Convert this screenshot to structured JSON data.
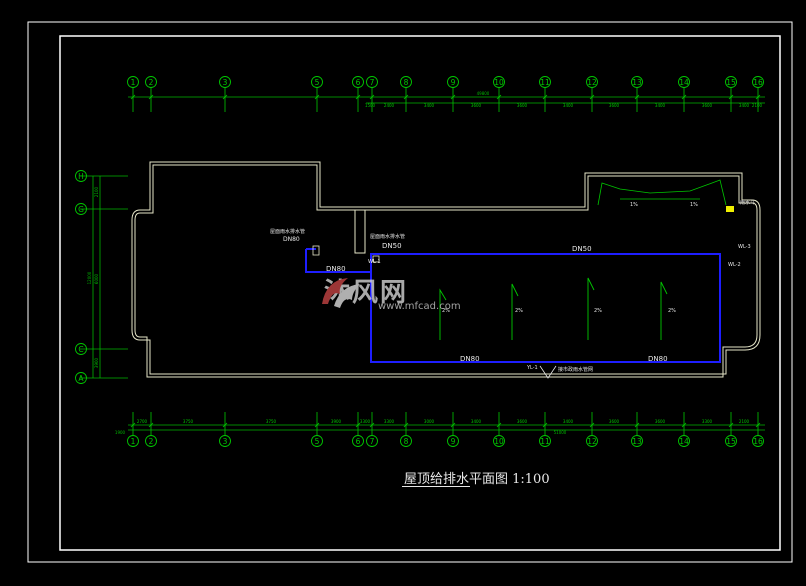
{
  "drawing": {
    "title": "屋顶给排水平面图 1:100",
    "top_axes": [
      "1",
      "2",
      "3",
      "5",
      "6",
      "7",
      "8",
      "9",
      "10",
      "11",
      "12",
      "13",
      "14",
      "15",
      "16"
    ],
    "bottom_axes": [
      "1",
      "2",
      "3",
      "5",
      "6",
      "7",
      "8",
      "9",
      "10",
      "11",
      "12",
      "13",
      "14",
      "15",
      "16"
    ],
    "left_axes": [
      "H",
      "G",
      "C",
      "A"
    ],
    "top_dims_total": "49800",
    "top_dims": [
      "1500",
      "3900",
      "2400",
      "3400",
      "3600",
      "3600",
      "3400",
      "3600",
      "3400",
      "3600",
      "3400",
      "2100"
    ],
    "bottom_dims_total": "51000",
    "bottom_dims": [
      "2700",
      "3750",
      "3750",
      "3900",
      "3300",
      "3300",
      "3000",
      "3400",
      "3600",
      "3400",
      "3600",
      "3600",
      "3300",
      "2100"
    ],
    "bottom_dims_left": "1900",
    "left_dims_total": "12000",
    "left_dims": [
      "2100",
      "6000",
      "3900"
    ],
    "pipe_labels": {
      "dn50_top": "DN50",
      "dn80_left": "DN80",
      "dn50_mid": "DN50",
      "dn80_small": "DN80",
      "dn80_bottom_left": "DN80",
      "dn80_bottom_right": "DN80",
      "note_left": "屋面雨水排水管",
      "note_mid": "屋面雨水排水管",
      "note_bottom": "接市政雨水管网",
      "wl_1": "WL-1",
      "wl_2": "WL-2",
      "wl_3": "WL-3",
      "yl": "YL-1",
      "yl_note": "雨水斗"
    },
    "slopes": [
      "1%",
      "1%",
      "2%",
      "2%",
      "2%",
      "2%"
    ]
  },
  "watermark": {
    "brand": "沐风网",
    "url": "www.mfcad.com"
  },
  "colors": {
    "axis": "#00c800",
    "wall": "#e6e6c8",
    "pipe": "#1e1eff",
    "dim": "#00c800",
    "frame": "#ffffff"
  }
}
